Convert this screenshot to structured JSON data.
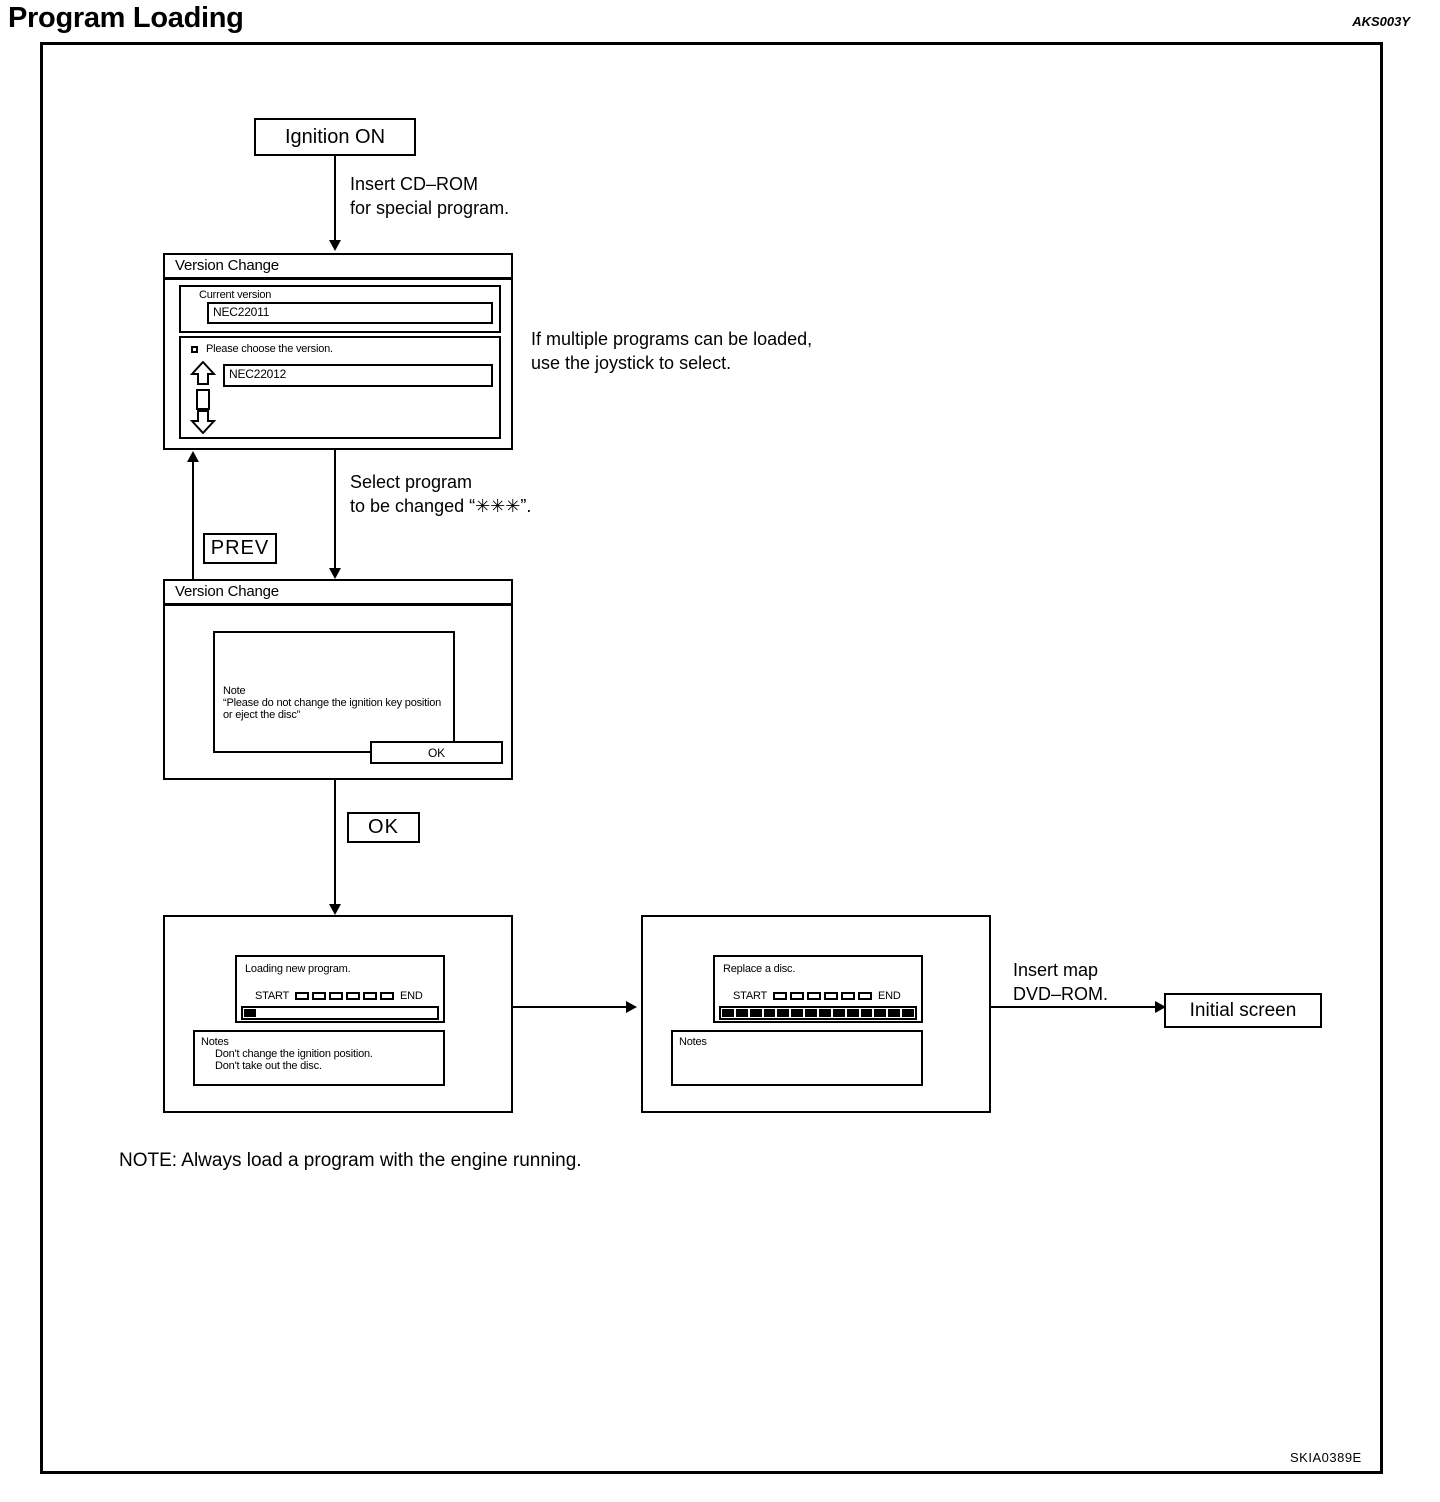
{
  "header": {
    "title": "Program Loading",
    "code_top_right": "AKS003Y",
    "code_bottom_right": "SKIA0389E"
  },
  "nodes": {
    "ignition": {
      "label": "Ignition ON"
    },
    "initial_screen": {
      "label": "Initial screen"
    }
  },
  "annotations": {
    "insert_cdrom": "Insert CD–ROM\nfor special program.",
    "multiple_programs": "If multiple programs can be loaded,\nuse the joystick to select.",
    "select_program": "Select program\nto be changed “✳✳✳”.",
    "insert_map_dvd": "Insert map\nDVD–ROM.",
    "bottom_note": "NOTE: Always load a program with the engine running."
  },
  "keys": {
    "prev": "PREV",
    "ok": "OK"
  },
  "version_select_screen": {
    "title": "Version Change",
    "current_version_label": "Current version",
    "current_version_value": "NEC22011",
    "choose_label": "Please choose the version.",
    "choice_value": "NEC22012",
    "scroll_up_icon": "arrow-up-icon",
    "scroll_down_icon": "arrow-down-icon"
  },
  "version_note_screen": {
    "title": "Version Change",
    "note_heading": "Note",
    "note_body_line1": "“Please do not change the ignition key position",
    "note_body_line2": "or eject the disc”",
    "ok_button": "OK"
  },
  "loading_screen": {
    "message": "Loading new program.",
    "start_label": "START",
    "end_label": "END",
    "segment_count": 6,
    "progress_filled_cells": 1,
    "progress_total_cells": 14,
    "notes_heading": "Notes",
    "notes_line1": "Don't change the ignition position.",
    "notes_line2": "Don't take out the disc."
  },
  "replace_disc_screen": {
    "message": "Replace a disc.",
    "start_label": "START",
    "end_label": "END",
    "segment_count": 6,
    "progress_filled_cells": 14,
    "progress_total_cells": 14,
    "notes_heading": "Notes",
    "notes_line1": "",
    "notes_line2": ""
  },
  "colors": {
    "ink": "#000000",
    "paper": "#ffffff"
  }
}
